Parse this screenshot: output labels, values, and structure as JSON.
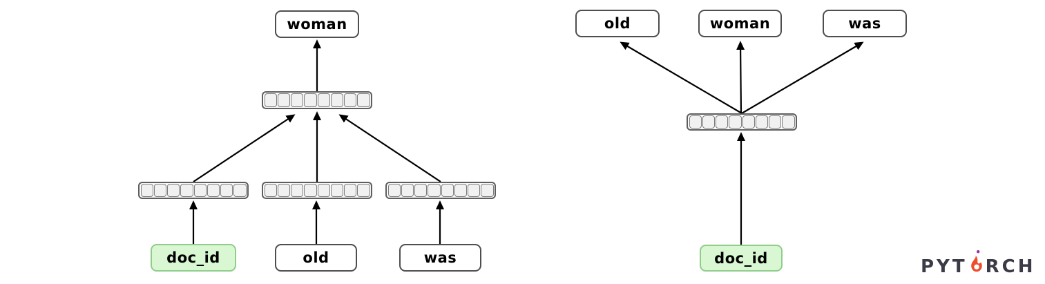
{
  "colors": {
    "page_bg": "#ffffff",
    "word_box_fill": "#ffffff",
    "word_box_border": "#4e4e4e",
    "doc_box_fill": "#d9f7d2",
    "doc_box_border": "#90cd8b",
    "vector_border": "#5e5e5e",
    "cell_fill": "#f1f1f1",
    "cell_border": "#7d7d7d",
    "arrow": "#000000",
    "logo_text": "#3b3b46",
    "logo_flame": "#ee4c2c",
    "logo_spark": "#9b2fa5"
  },
  "left_diagram": {
    "output_word": "woman",
    "hidden_vector": {
      "cells": 8
    },
    "input_vectors": [
      {
        "cells": 8
      },
      {
        "cells": 8
      },
      {
        "cells": 8
      }
    ],
    "inputs": [
      {
        "label": "doc_id",
        "type": "doc"
      },
      {
        "label": "old",
        "type": "word"
      },
      {
        "label": "was",
        "type": "word"
      }
    ]
  },
  "right_diagram": {
    "output_words": [
      {
        "label": "old"
      },
      {
        "label": "woman"
      },
      {
        "label": "was"
      }
    ],
    "vector": {
      "cells": 8
    },
    "input": {
      "label": "doc_id",
      "type": "doc"
    }
  },
  "logo": {
    "name": "PyTorch",
    "prefix": "PYT",
    "suffix": "RCH"
  }
}
